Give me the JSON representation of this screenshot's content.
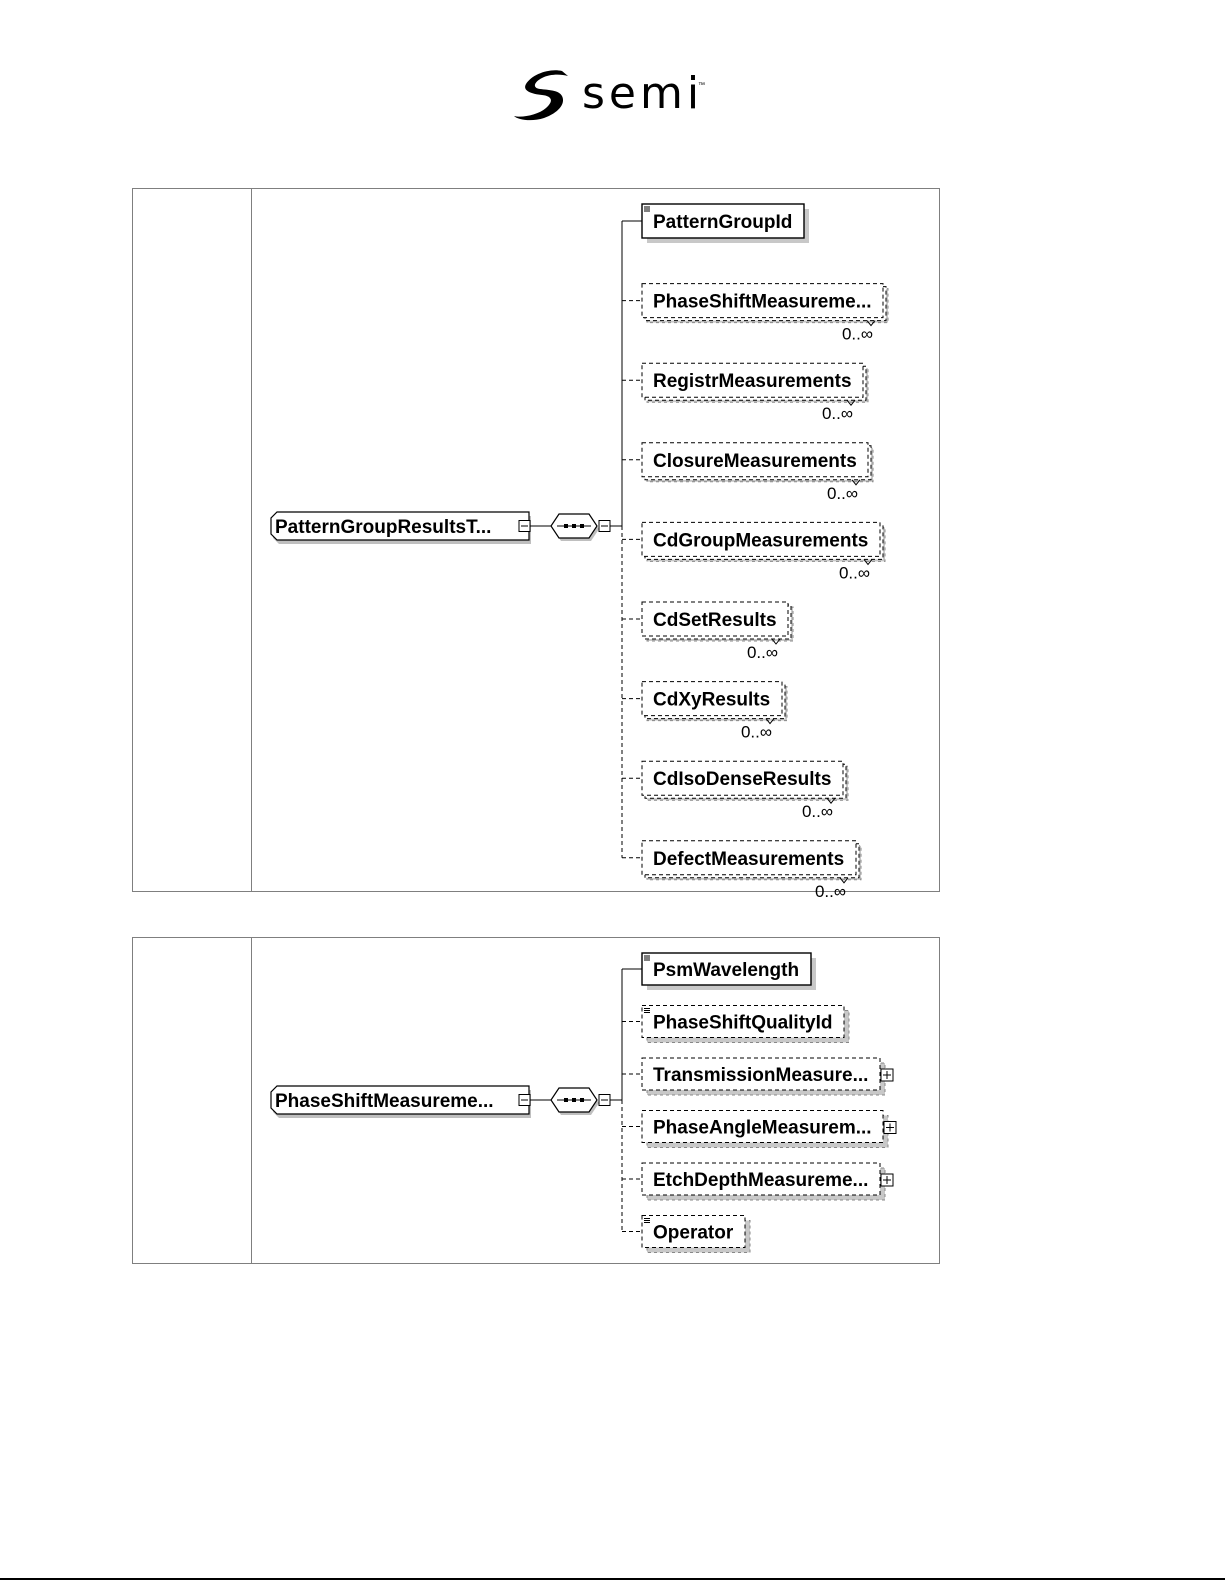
{
  "brand": {
    "name": "semi",
    "trademark": "™"
  },
  "diagrams": [
    {
      "root": "PatternGroupResultsT...",
      "compositor": "sequence",
      "children": [
        {
          "label": "PatternGroupId",
          "optional": false,
          "occurs": "",
          "expandable": false,
          "doc": true
        },
        {
          "label": "PhaseShiftMeasureme...",
          "optional": true,
          "occurs": "0..∞",
          "expandable": false,
          "doc": false
        },
        {
          "label": "RegistrMeasurements",
          "optional": true,
          "occurs": "0..∞",
          "expandable": false,
          "doc": false
        },
        {
          "label": "ClosureMeasurements",
          "optional": true,
          "occurs": "0..∞",
          "expandable": false,
          "doc": false
        },
        {
          "label": "CdGroupMeasurements",
          "optional": true,
          "occurs": "0..∞",
          "expandable": false,
          "doc": false
        },
        {
          "label": "CdSetResults",
          "optional": true,
          "occurs": "0..∞",
          "expandable": false,
          "doc": false
        },
        {
          "label": "CdXyResults",
          "optional": true,
          "occurs": "0..∞",
          "expandable": false,
          "doc": false
        },
        {
          "label": "CdIsoDenseResults",
          "optional": true,
          "occurs": "0..∞",
          "expandable": false,
          "doc": false
        },
        {
          "label": "DefectMeasurements",
          "optional": true,
          "occurs": "0..∞",
          "expandable": false,
          "doc": false
        }
      ]
    },
    {
      "root": "PhaseShiftMeasureme...",
      "compositor": "sequence",
      "children": [
        {
          "label": "PsmWavelength",
          "optional": false,
          "occurs": "",
          "expandable": false,
          "doc": true
        },
        {
          "label": "PhaseShiftQualityId",
          "optional": true,
          "occurs": "",
          "expandable": false,
          "doc": true
        },
        {
          "label": "TransmissionMeasure...",
          "optional": true,
          "occurs": "",
          "expandable": true,
          "doc": false
        },
        {
          "label": "PhaseAngleMeasurem...",
          "optional": true,
          "occurs": "",
          "expandable": true,
          "doc": false
        },
        {
          "label": "EtchDepthMeasureme...",
          "optional": true,
          "occurs": "",
          "expandable": true,
          "doc": false
        },
        {
          "label": "Operator",
          "optional": true,
          "occurs": "",
          "expandable": false,
          "doc": true
        }
      ]
    }
  ]
}
